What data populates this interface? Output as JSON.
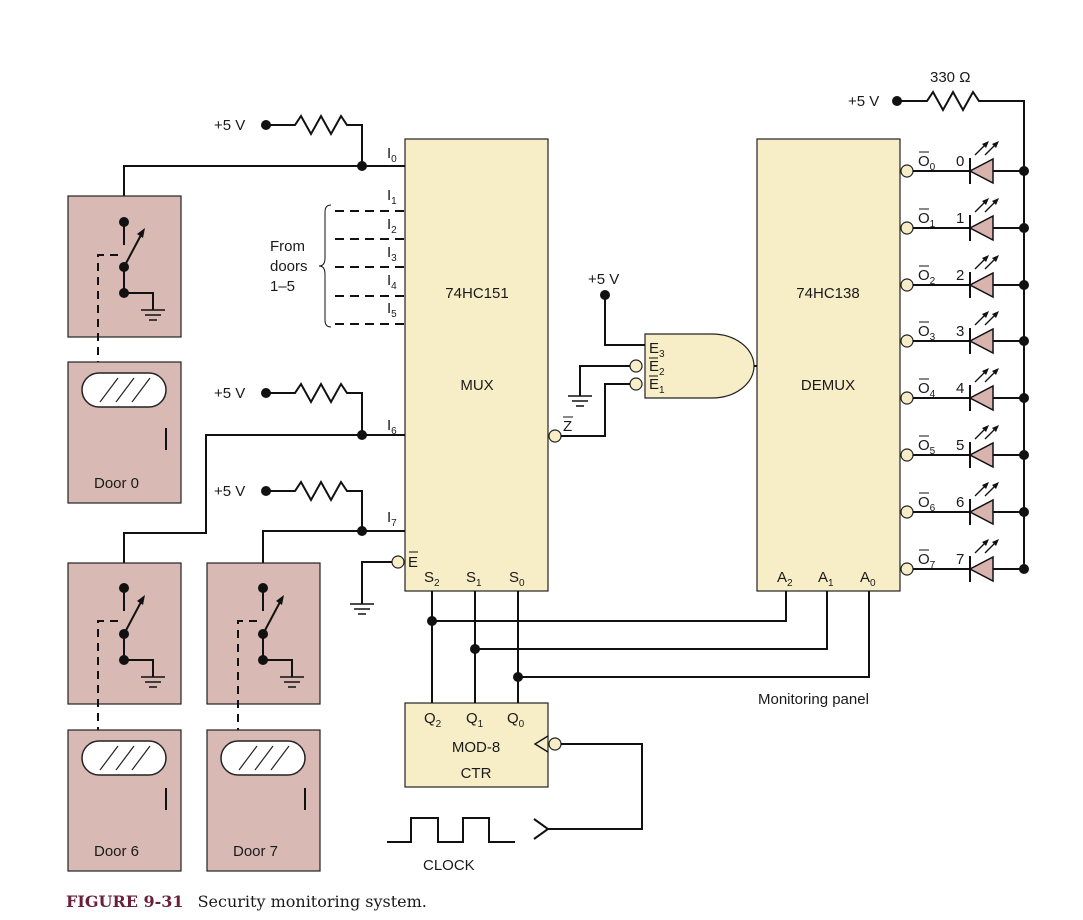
{
  "supply": "+5 V",
  "resistor_value": "330 Ω",
  "mux": {
    "part": "74HC151",
    "name": "MUX",
    "inputs": [
      "I",
      "I",
      "I",
      "I",
      "I",
      "I",
      "I",
      "I"
    ],
    "input_subs": [
      "0",
      "1",
      "2",
      "3",
      "4",
      "5",
      "6",
      "7"
    ],
    "enable": "E",
    "output": "Z",
    "selects": [
      "S",
      "S",
      "S"
    ],
    "select_subs": [
      "2",
      "1",
      "0"
    ]
  },
  "demux": {
    "part": "74HC138",
    "name": "DEMUX",
    "outputs": [
      "O",
      "O",
      "O",
      "O",
      "O",
      "O",
      "O",
      "O"
    ],
    "output_subs": [
      "0",
      "1",
      "2",
      "3",
      "4",
      "5",
      "6",
      "7"
    ],
    "led_numbers": [
      "0",
      "1",
      "2",
      "3",
      "4",
      "5",
      "6",
      "7"
    ],
    "addresses": [
      "A",
      "A",
      "A"
    ],
    "address_subs": [
      "2",
      "1",
      "0"
    ]
  },
  "and_gate": {
    "inputs": [
      "E",
      "E",
      "E"
    ],
    "input_subs": [
      "3",
      "2",
      "1"
    ]
  },
  "from_doors": [
    "From",
    "doors",
    "1–5"
  ],
  "counter": {
    "outputs": [
      "Q",
      "Q",
      "Q"
    ],
    "output_subs": [
      "2",
      "1",
      "0"
    ],
    "line1": "MOD-8",
    "line2": "CTR"
  },
  "clock_label": "CLOCK",
  "doors": [
    "Door 0",
    "Door 6",
    "Door 7"
  ],
  "monitoring_panel": "Monitoring panel",
  "caption": {
    "figure": "FIGURE 9-31",
    "text": "Security monitoring system."
  }
}
